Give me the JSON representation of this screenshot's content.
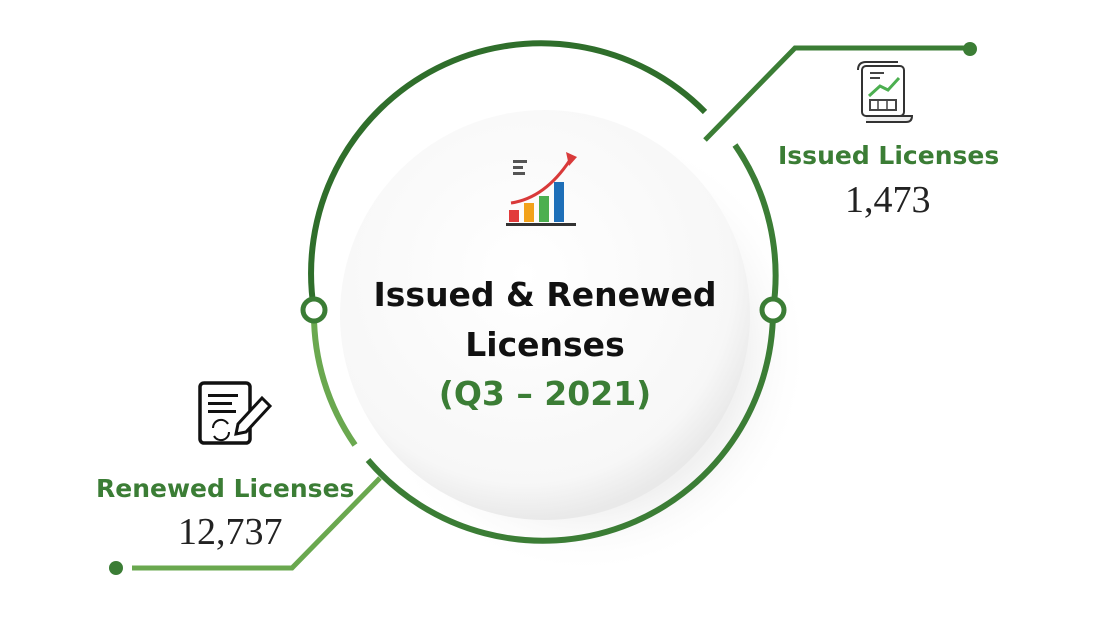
{
  "center": {
    "title_line1": "Issued & Renewed",
    "title_line2": "Licenses",
    "period": "(Q3 – 2021)",
    "icon": "growth-chart-icon"
  },
  "issued": {
    "label": "Issued Licenses",
    "value": "1,473",
    "icon": "report-scroll-icon"
  },
  "renewed": {
    "label": "Renewed Licenses",
    "value": "12,737",
    "icon": "document-edit-icon"
  },
  "colors": {
    "accent_green": "#3b7d35",
    "ring_dark": "#2f6e2b",
    "ring_light": "#6aa84f",
    "text_dark": "#111111"
  }
}
